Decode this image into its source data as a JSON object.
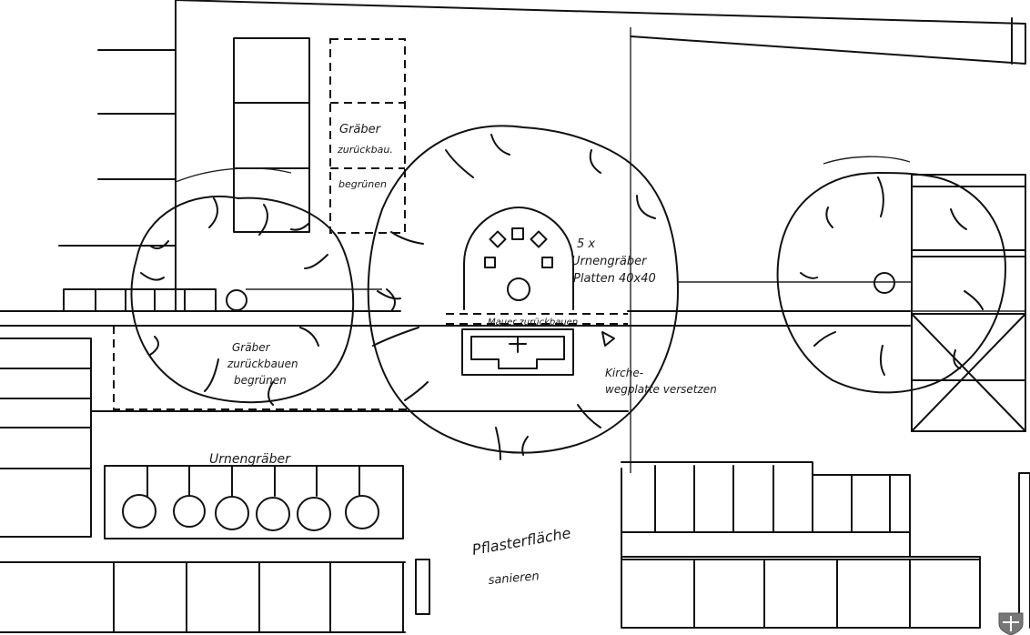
{
  "labels": {
    "graves_back_top_1": "Gräber",
    "graves_back_top_2": "zurückbau.",
    "green_top": "begrünen",
    "graves_back_left_1": "Gräber",
    "graves_back_left_2": "zurückbauen",
    "graves_back_left_3": "begrünen",
    "urn_count": "5 x",
    "urn_graves_1": "Urnengräber",
    "urn_slabs": "Platten 40x40",
    "wall_back": "Mauer zurückbauen",
    "church_slab_1": "Kirche-",
    "church_slab_2": "wegplatte versetzen",
    "urn_row": "Urnengräber",
    "paving_1": "Pflasterfläche",
    "paving_2": "sanieren"
  },
  "colors": {
    "ink": "#111111",
    "paper": "#ffffff"
  },
  "icons": {
    "corner_mark": "shield-icon",
    "altar_mark": "cross-icon"
  }
}
